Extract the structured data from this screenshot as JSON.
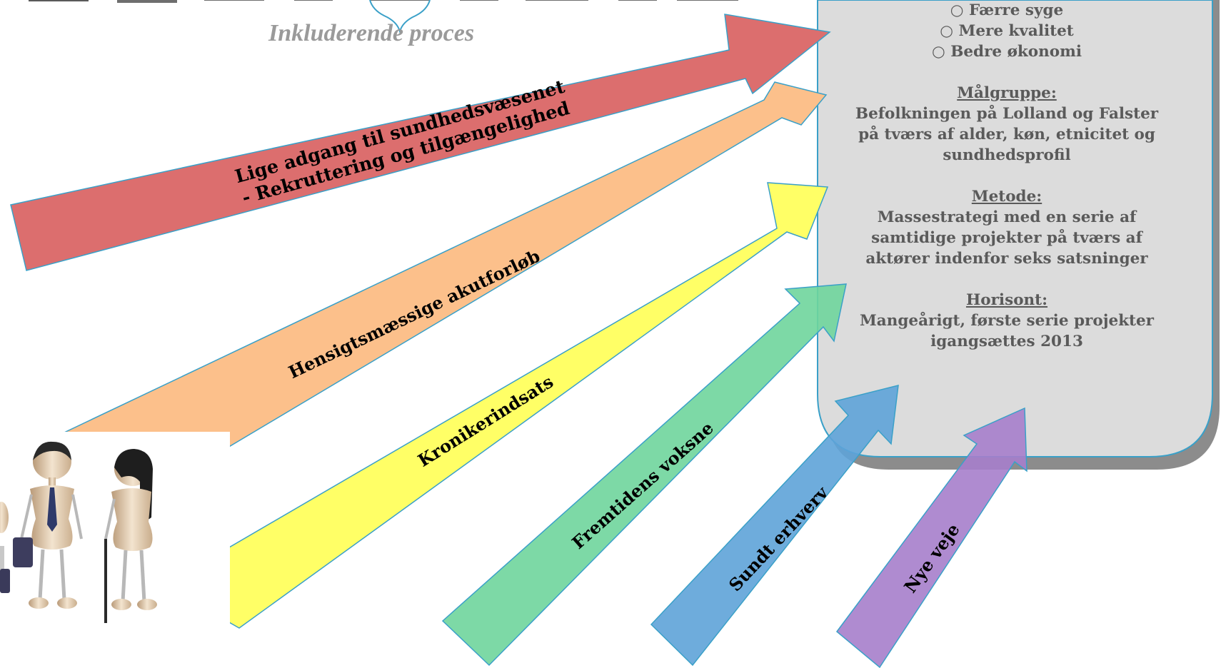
{
  "header_label": "Inkluderende proces",
  "info_box": {
    "goals": [
      "○ Færre syge",
      "○ Mere kvalitet",
      "○ Bedre økonomi"
    ],
    "target_heading": "Målgruppe:",
    "target_lines": [
      "Befolkningen på Lolland og Falster",
      "på tværs af alder, køn, etnicitet og",
      "sundhedsprofil"
    ],
    "method_heading": "Metode:",
    "method_lines": [
      "Massestrategi med en serie af",
      "samtidige projekter på tværs af",
      "aktører indenfor seks satsninger"
    ],
    "horizon_heading": "Horisont:",
    "horizon_lines": [
      "Mangeårigt, første serie projekter",
      "igangsættes 2013"
    ]
  },
  "arrows": [
    {
      "lines": [
        "Lige adgang til sundhedsvæsenet",
        "- Rekruttering og tilgængelighed"
      ],
      "color": "#dc6e6e"
    },
    {
      "lines": [
        "Hensigtsmæssige akutforløb"
      ],
      "color": "#fcc08b"
    },
    {
      "lines": [
        "Kronikerindsats"
      ],
      "color": "#ffff66"
    },
    {
      "lines": [
        "Fremtidens voksne"
      ],
      "color": "#6fd59c"
    },
    {
      "lines": [
        "Sundt erhverv"
      ],
      "color": "#5ea3d8"
    },
    {
      "lines": [
        "Nye veje"
      ],
      "color": "#a67ecb"
    }
  ],
  "colors": {
    "box_fill": "#dcdcdc",
    "box_border": "#3aa0c8",
    "box_shadow": "#8c8c8c",
    "outline": "#3aa0c8"
  }
}
